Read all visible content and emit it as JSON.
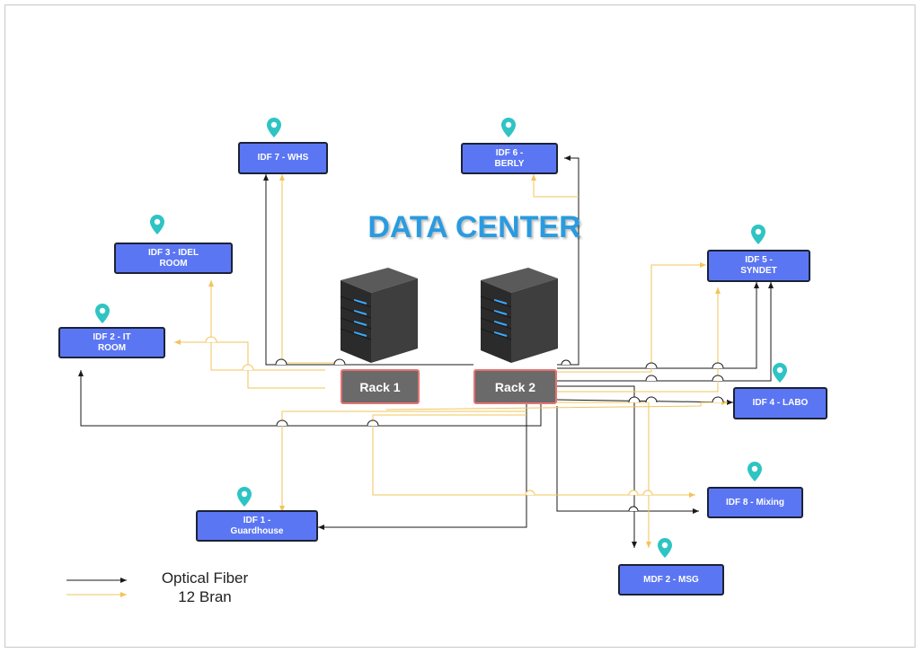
{
  "title": "DATA CENTER",
  "colors": {
    "fiber": "#1a1a1a",
    "bran": "#f2c45a",
    "node": "#5b76f3",
    "pin": "#2ec4c4",
    "title": "#2a9be0"
  },
  "racks": [
    {
      "id": "rack1",
      "label": "Rack 1"
    },
    {
      "id": "rack2",
      "label": "Rack 2"
    }
  ],
  "nodes": [
    {
      "id": "idf7",
      "label": "IDF 7 - WHS"
    },
    {
      "id": "idf6",
      "label": "IDF 6 -\nBERLY"
    },
    {
      "id": "idf3",
      "label": "IDF 3 - IDEL\nROOM"
    },
    {
      "id": "idf2",
      "label": "IDF 2 - IT\nROOM"
    },
    {
      "id": "idf5",
      "label": "IDF 5 -\nSYNDET"
    },
    {
      "id": "idf4",
      "label": "IDF 4 - LABO"
    },
    {
      "id": "idf8",
      "label": "IDF 8 - Mixing"
    },
    {
      "id": "idf1",
      "label": "IDF 1 -\nGuardhouse"
    },
    {
      "id": "mdf2",
      "label": "MDF 2 - MSG"
    }
  ],
  "legend": [
    {
      "label": "Optical Fiber",
      "type": "fiber"
    },
    {
      "label": "12 Bran",
      "type": "bran"
    }
  ]
}
